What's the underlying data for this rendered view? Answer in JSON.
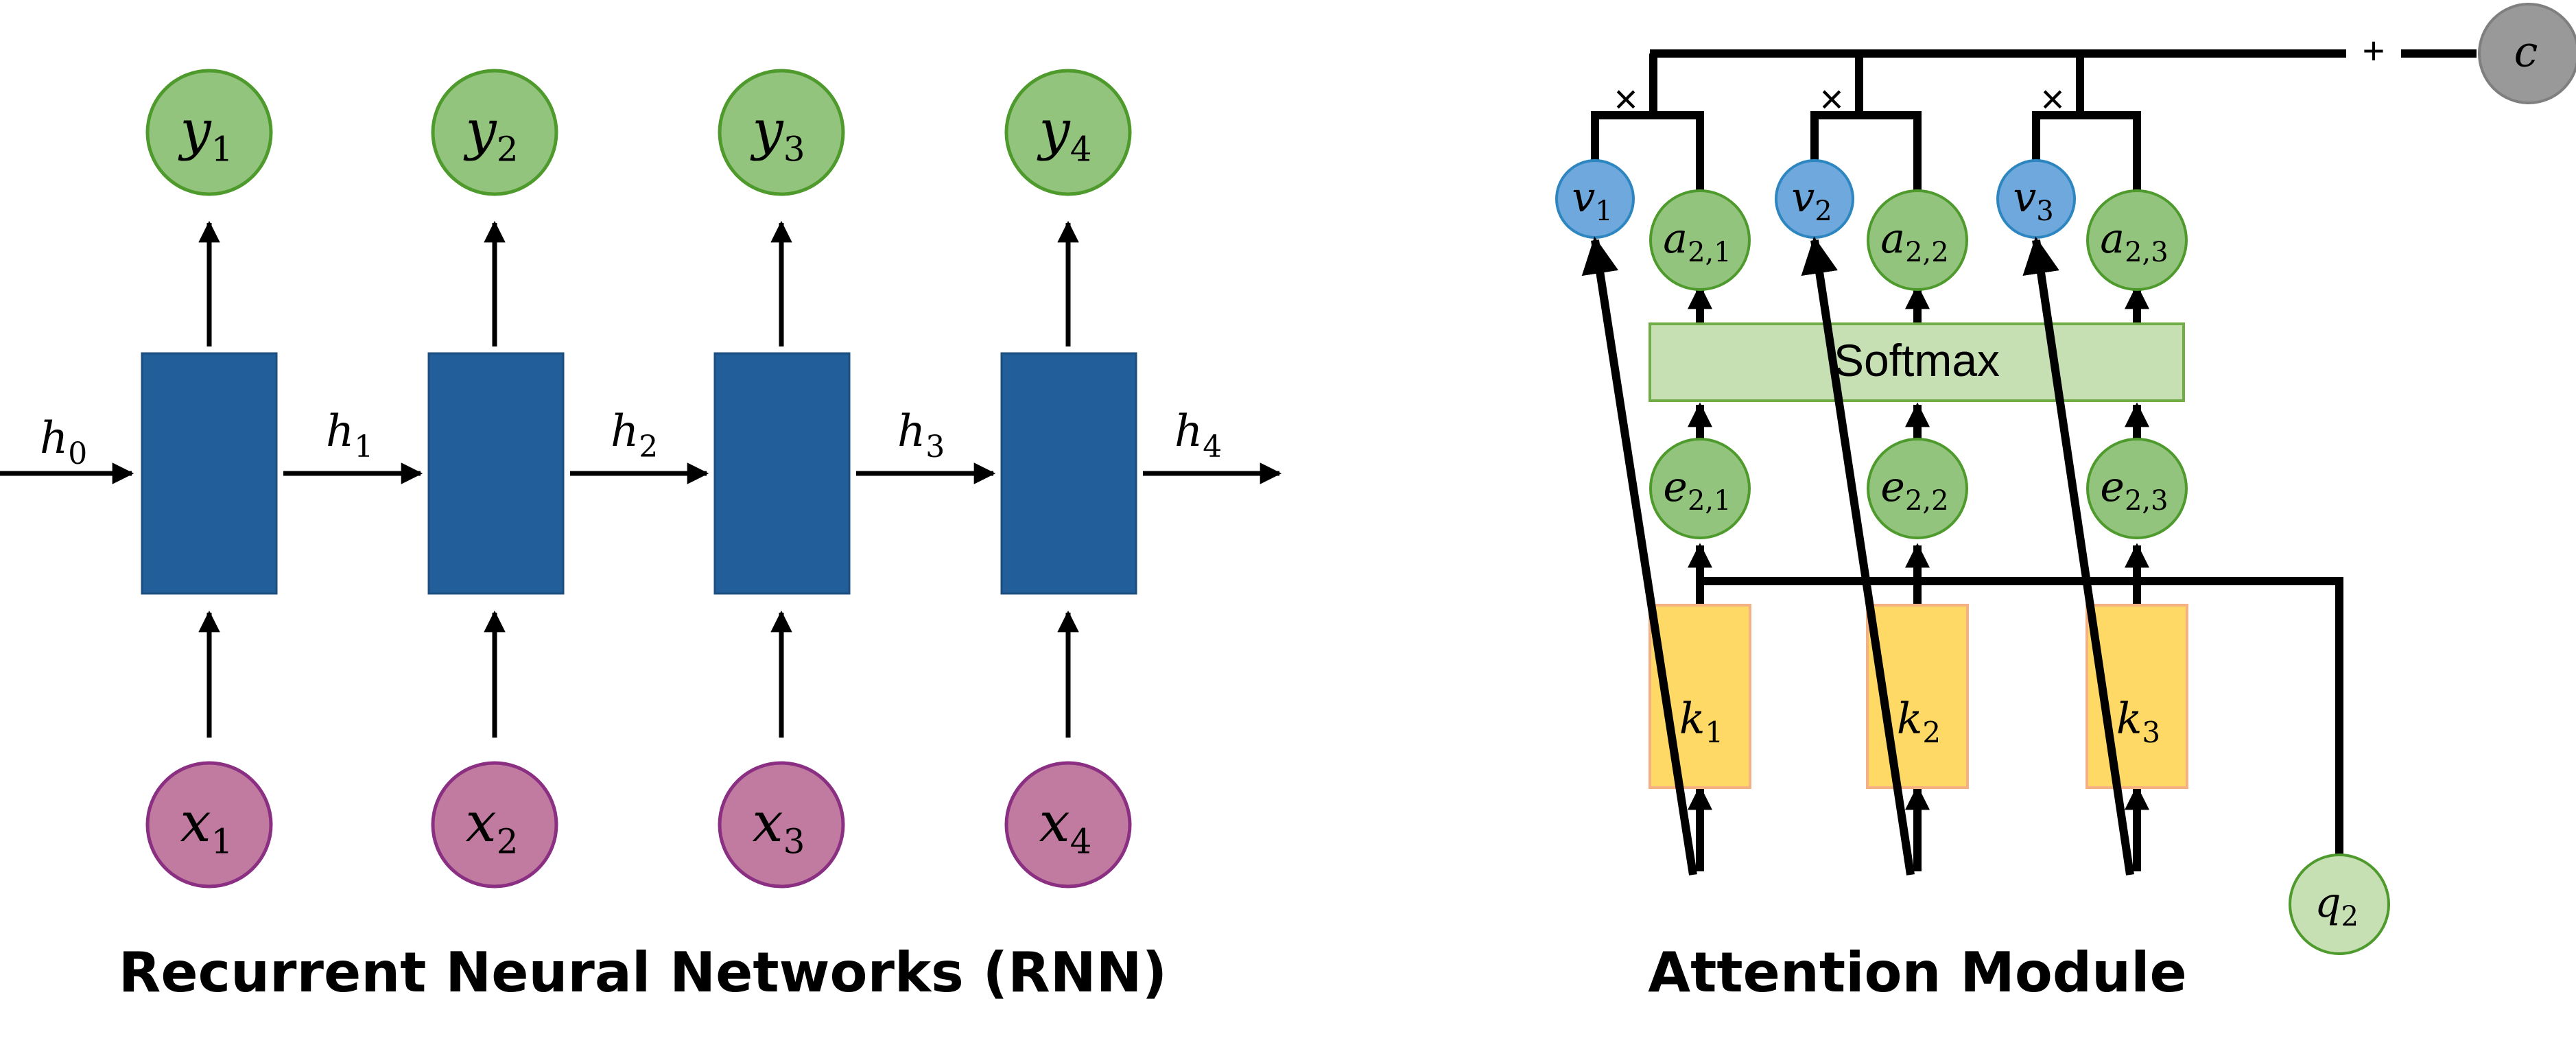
{
  "colors": {
    "rnn_cell": "#225e9a",
    "output_node": "#93c47d",
    "input_node": "#c27ba0",
    "value_node": "#6fa8dc",
    "softmax_box": "#c6e0b4",
    "key_box": "#ffd966",
    "context_node": "#999999"
  },
  "rnn": {
    "caption": "Recurrent Neural Networks (RNN)",
    "hidden": [
      {
        "sym": "h",
        "sub": "0"
      },
      {
        "sym": "h",
        "sub": "1"
      },
      {
        "sym": "h",
        "sub": "2"
      },
      {
        "sym": "h",
        "sub": "3"
      },
      {
        "sym": "h",
        "sub": "4"
      }
    ],
    "outputs": [
      {
        "sym": "y",
        "sub": "1"
      },
      {
        "sym": "y",
        "sub": "2"
      },
      {
        "sym": "y",
        "sub": "3"
      },
      {
        "sym": "y",
        "sub": "4"
      }
    ],
    "inputs": [
      {
        "sym": "x",
        "sub": "1"
      },
      {
        "sym": "x",
        "sub": "2"
      },
      {
        "sym": "x",
        "sub": "3"
      },
      {
        "sym": "x",
        "sub": "4"
      }
    ]
  },
  "attention": {
    "caption": "Attention Module",
    "softmax_label": "Softmax",
    "plus": "+",
    "times": "×",
    "context": {
      "sym": "c",
      "sub": ""
    },
    "query": {
      "sym": "q",
      "sub": "2"
    },
    "values": [
      {
        "sym": "v",
        "sub": "1"
      },
      {
        "sym": "v",
        "sub": "2"
      },
      {
        "sym": "v",
        "sub": "3"
      }
    ],
    "weights": [
      {
        "sym": "a",
        "sub": "2,1"
      },
      {
        "sym": "a",
        "sub": "2,2"
      },
      {
        "sym": "a",
        "sub": "2,3"
      }
    ],
    "scores": [
      {
        "sym": "e",
        "sub": "2,1"
      },
      {
        "sym": "e",
        "sub": "2,2"
      },
      {
        "sym": "e",
        "sub": "2,3"
      }
    ],
    "keys": [
      {
        "sym": "k",
        "sub": "1"
      },
      {
        "sym": "k",
        "sub": "2"
      },
      {
        "sym": "k",
        "sub": "3"
      }
    ]
  }
}
